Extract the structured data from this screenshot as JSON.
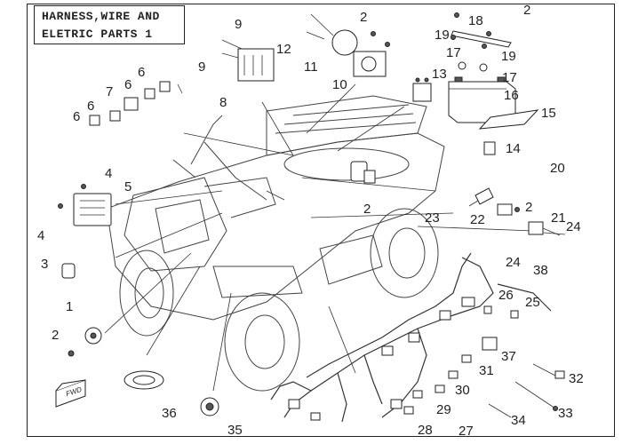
{
  "title": {
    "line1": "HARNESS,WIRE AND",
    "line2": "ELETRIC PARTS 1"
  },
  "fwd_stamp": "FWD",
  "callouts": [
    {
      "n": "1"
    },
    {
      "n": "2"
    },
    {
      "n": "2"
    },
    {
      "n": "2"
    },
    {
      "n": "2"
    },
    {
      "n": "2"
    },
    {
      "n": "3"
    },
    {
      "n": "4"
    },
    {
      "n": "4"
    },
    {
      "n": "5"
    },
    {
      "n": "6"
    },
    {
      "n": "6"
    },
    {
      "n": "6"
    },
    {
      "n": "6"
    },
    {
      "n": "7"
    },
    {
      "n": "8"
    },
    {
      "n": "9"
    },
    {
      "n": "9"
    },
    {
      "n": "10"
    },
    {
      "n": "11"
    },
    {
      "n": "12"
    },
    {
      "n": "13"
    },
    {
      "n": "14"
    },
    {
      "n": "15"
    },
    {
      "n": "16"
    },
    {
      "n": "17"
    },
    {
      "n": "17"
    },
    {
      "n": "18"
    },
    {
      "n": "19"
    },
    {
      "n": "19"
    },
    {
      "n": "20"
    },
    {
      "n": "21"
    },
    {
      "n": "22"
    },
    {
      "n": "23"
    },
    {
      "n": "24"
    },
    {
      "n": "24"
    },
    {
      "n": "25"
    },
    {
      "n": "26"
    },
    {
      "n": "27"
    },
    {
      "n": "28"
    },
    {
      "n": "29"
    },
    {
      "n": "30"
    },
    {
      "n": "31"
    },
    {
      "n": "32"
    },
    {
      "n": "33"
    },
    {
      "n": "34"
    },
    {
      "n": "35"
    },
    {
      "n": "36"
    },
    {
      "n": "37"
    },
    {
      "n": "38"
    }
  ]
}
